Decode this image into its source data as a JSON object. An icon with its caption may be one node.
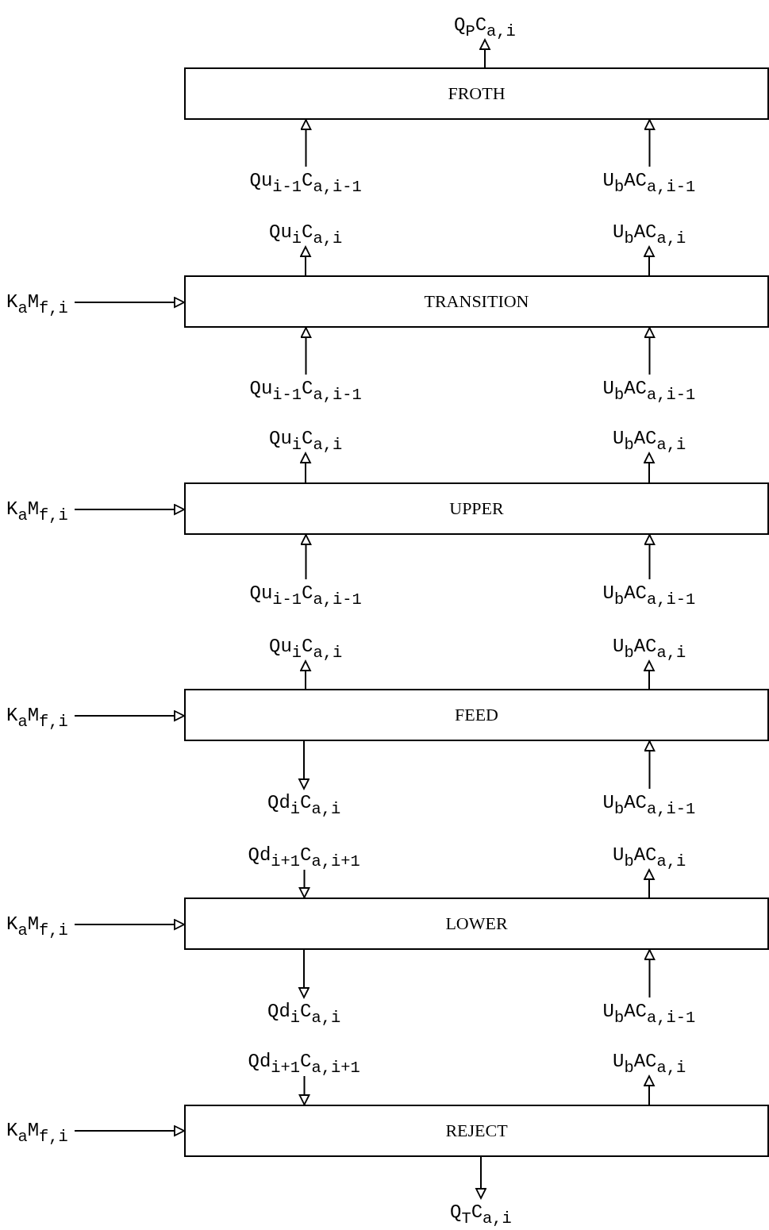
{
  "diagram": {
    "nodes": [
      {
        "text": [
          "Q$_{P}$C$_{a,i}$"
        ]
      },
      {
        "text": [
          "FROTH"
        ]
      },
      {
        "text": [
          "Qu$_{i-1}$C$_{a,i-1}$"
        ]
      },
      {
        "text": [
          "U$_{b}$AC$_{a,i-1}$"
        ]
      },
      {
        "text": [
          "Qu$_{i}$C$_{a,i}$"
        ]
      },
      {
        "text": [
          "U$_{b}$AC$_{a,i}$"
        ]
      },
      {
        "text": [
          "K$_{a}$M$_{f,i}$"
        ]
      },
      {
        "text": [
          "TRANSITION"
        ]
      },
      {
        "text": [
          "Qu$_{i-1}$C$_{a,i-1}$"
        ]
      },
      {
        "text": [
          "U$_{b}$AC$_{a,i-1}$"
        ]
      },
      {
        "text": [
          "Qu$_{i}$C$_{a,i}$"
        ]
      },
      {
        "text": [
          "U$_{b}$AC$_{a,i}$"
        ]
      },
      {
        "text": [
          "K$_{a}$M$_{f,i}$"
        ]
      },
      {
        "text": [
          "UPPER"
        ]
      },
      {
        "text": [
          "Qu$_{i-1}$C$_{a,i-1}$"
        ]
      },
      {
        "text": [
          "U$_{b}$AC$_{a,i-1}$"
        ]
      },
      {
        "text": [
          "Qu$_{i}$C$_{a,i}$"
        ]
      },
      {
        "text": [
          "U$_{b}$AC$_{a,i}$"
        ]
      },
      {
        "text": [
          "K$_{a}$M$_{f,i}$"
        ]
      },
      {
        "text": [
          "FEED"
        ]
      },
      {
        "text": [
          "Qd$_{i}$C$_{a,i}$"
        ]
      },
      {
        "text": [
          "U$_{b}$AC$_{a,i-1}$"
        ]
      },
      {
        "text": [
          "Qd$_{i+1}$C$_{a,i+1}$"
        ]
      },
      {
        "text": [
          "U$_{b}$AC$_{a,i}$"
        ]
      },
      {
        "text": [
          "K$_{a}$M$_{f,i}$"
        ]
      },
      {
        "text": [
          "LOWER"
        ]
      },
      {
        "text": [
          "Qd$_{i}$C$_{a,i}$"
        ]
      },
      {
        "text": [
          "U$_{b}$AC$_{a,i-1}$"
        ]
      },
      {
        "text": [
          "Qd$_{i+1}$C$_{a,i+1}$"
        ]
      },
      {
        "text": [
          "U$_{b}$AC$_{a,i}$"
        ]
      },
      {
        "text": [
          "K$_{a}$M$_{f,i}$"
        ]
      },
      {
        "text": [
          "REJECT"
        ]
      },
      {
        "text": [
          "Q$_{T}$C$_{a,i}$"
        ]
      }
    ],
    "edges": [
      {
        "from": 1,
        "to": 0,
        "arrow": "to"
      },
      {
        "from": 2,
        "to": 1,
        "arrow": "to"
      },
      {
        "from": 3,
        "to": 1,
        "arrow": "to"
      },
      {
        "from": 7,
        "to": 4,
        "arrow": "to"
      },
      {
        "from": 7,
        "to": 5,
        "arrow": "to"
      },
      {
        "from": 6,
        "to": 7,
        "arrow": "to"
      },
      {
        "from": 8,
        "to": 7,
        "arrow": "to"
      },
      {
        "from": 9,
        "to": 7,
        "arrow": "to"
      },
      {
        "from": 13,
        "to": 10,
        "arrow": "to"
      },
      {
        "from": 13,
        "to": 11,
        "arrow": "to"
      },
      {
        "from": 12,
        "to": 13,
        "arrow": "to"
      },
      {
        "from": 14,
        "to": 13,
        "arrow": "to"
      },
      {
        "from": 15,
        "to": 13,
        "arrow": "to"
      },
      {
        "from": 19,
        "to": 16,
        "arrow": "to"
      },
      {
        "from": 19,
        "to": 17,
        "arrow": "to"
      },
      {
        "from": 18,
        "to": 19,
        "arrow": "to"
      },
      {
        "from": 19,
        "to": 20,
        "arrow": "to"
      },
      {
        "from": 21,
        "to": 19,
        "arrow": "to"
      },
      {
        "from": 22,
        "to": 25,
        "arrow": "to"
      },
      {
        "from": 25,
        "to": 23,
        "arrow": "to"
      },
      {
        "from": 24,
        "to": 25,
        "arrow": "to"
      },
      {
        "from": 25,
        "to": 26,
        "arrow": "to"
      },
      {
        "from": 27,
        "to": 25,
        "arrow": "to"
      },
      {
        "from": 28,
        "to": 31,
        "arrow": "to"
      },
      {
        "from": 31,
        "to": 29,
        "arrow": "to"
      },
      {
        "from": 30,
        "to": 31,
        "arrow": "to"
      },
      {
        "from": 31,
        "to": 32,
        "arrow": "to"
      }
    ]
  }
}
